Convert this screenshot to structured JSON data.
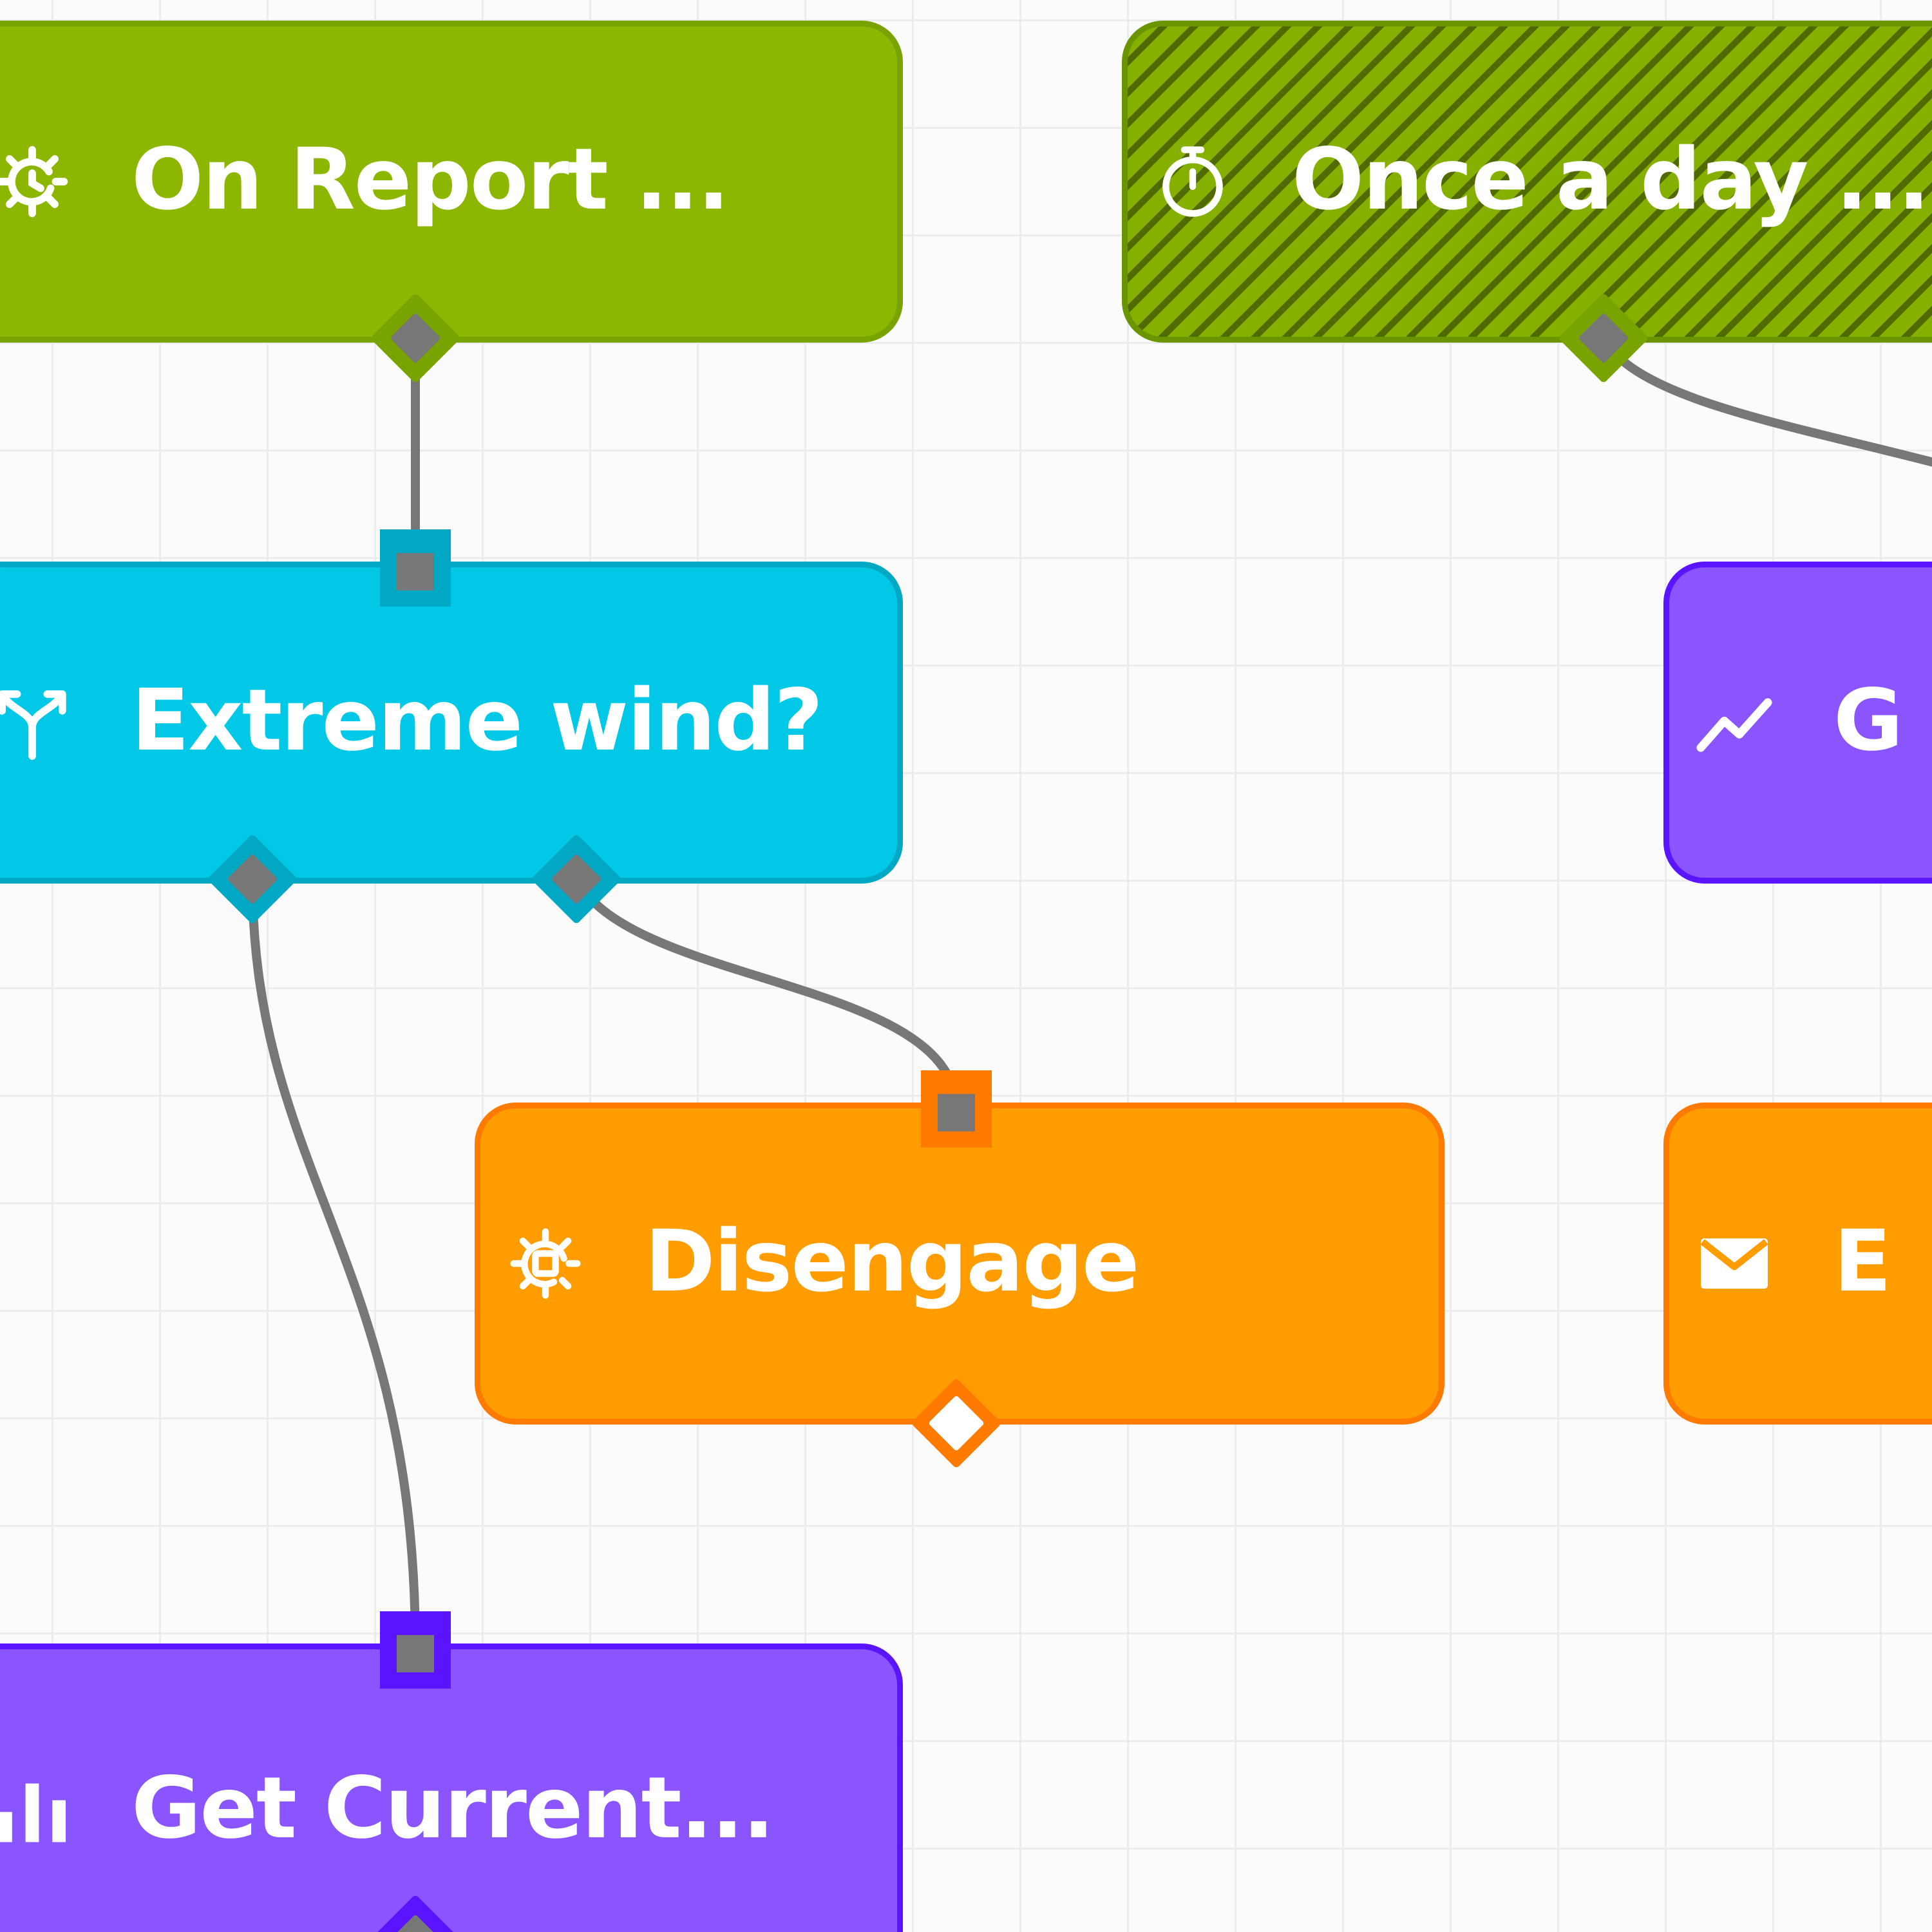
{
  "colors": {
    "canvas_background": "#fbfbfb",
    "grid_line": "#ececec",
    "wire": "#777777",
    "trigger_green": "#8db600",
    "condition_cyan": "#00c8e6",
    "action_orange": "#ff9c00",
    "data_purple": "#8a55ff"
  },
  "nodes": {
    "on_report": {
      "label": "On Report ...",
      "icon": "device-state-gear-icon",
      "type": "trigger"
    },
    "once_a_day": {
      "label": "Once a day ...",
      "icon": "stopwatch-icon",
      "type": "timer-trigger"
    },
    "extreme_wind": {
      "label": "Extreme wind?",
      "icon": "branch-split-icon",
      "type": "conditional"
    },
    "graph_node": {
      "label": "G",
      "icon": "trend-line-icon",
      "type": "data"
    },
    "disengage": {
      "label": "Disengage",
      "icon": "device-command-gear-icon",
      "type": "action"
    },
    "email_node": {
      "label": "E",
      "icon": "envelope-icon",
      "type": "action"
    },
    "get_current": {
      "label": "Get Current...",
      "icon": "bar-chart-icon",
      "type": "data"
    }
  }
}
